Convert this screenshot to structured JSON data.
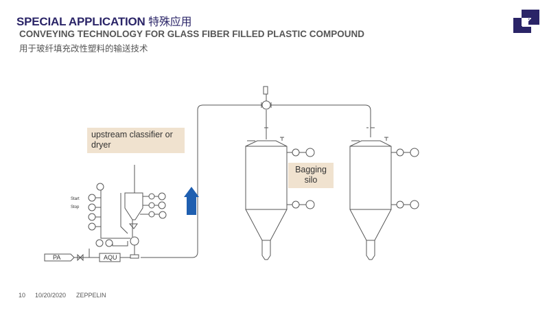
{
  "header": {
    "title": "SPECIAL APPLICATION",
    "title_cn": "特殊应用",
    "subtitle": "CONVEYING TECHNOLOGY FOR GLASS FIBER FILLED PLASTIC COMPOUND",
    "subtitle_cn": "用于玻纤填充改性塑料的输送技术"
  },
  "logo": {
    "icon": "zeppelin-z-logo",
    "color": "#2a2467"
  },
  "diagram": {
    "notes": {
      "upstream": "upstream classifier or dryer",
      "bagging_line1": "Bagging",
      "bagging_line2": "silo"
    },
    "labels": {
      "start": "Start",
      "stop": "Stop",
      "pa": "PA",
      "aqu": "AQU"
    },
    "flow_arrow": {
      "direction": "up",
      "color": "#1f5fb0"
    },
    "note_color": "#f0e2cf"
  },
  "footer": {
    "page": "10",
    "date": "10/20/2020",
    "company": "ZEPPELIN"
  }
}
